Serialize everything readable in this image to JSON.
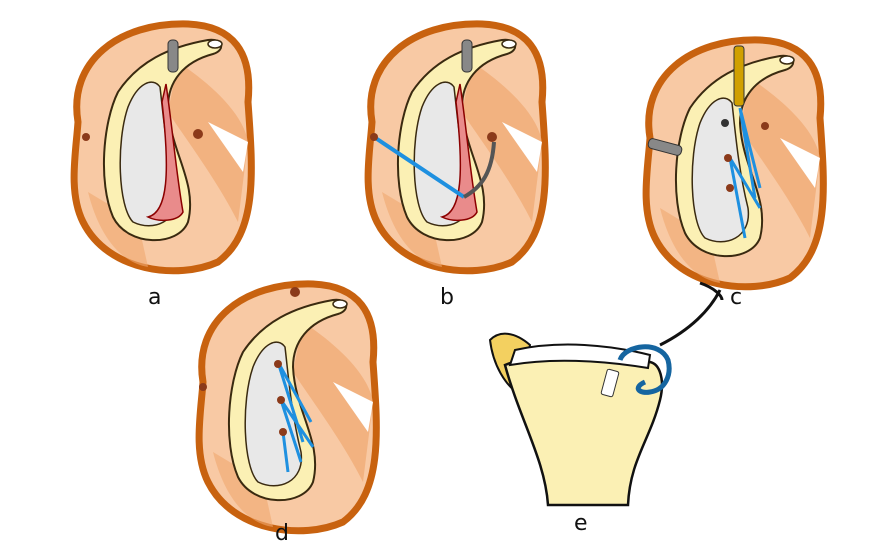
{
  "figure": {
    "panels": [
      {
        "label": "a"
      },
      {
        "label": "b"
      },
      {
        "label": "c"
      },
      {
        "label": "d"
      },
      {
        "label": "e"
      }
    ]
  },
  "colors": {
    "outer_rim": "#c8620f",
    "soft_tissue": "#f8c9a4",
    "soft_tissue_dark": "#f0a870",
    "bone": "#fbf0b4",
    "cavity": "#e8e8e8",
    "labrum": "#e98b8b",
    "suture": "#1e90e0",
    "anchor": "#8b3a1a"
  }
}
